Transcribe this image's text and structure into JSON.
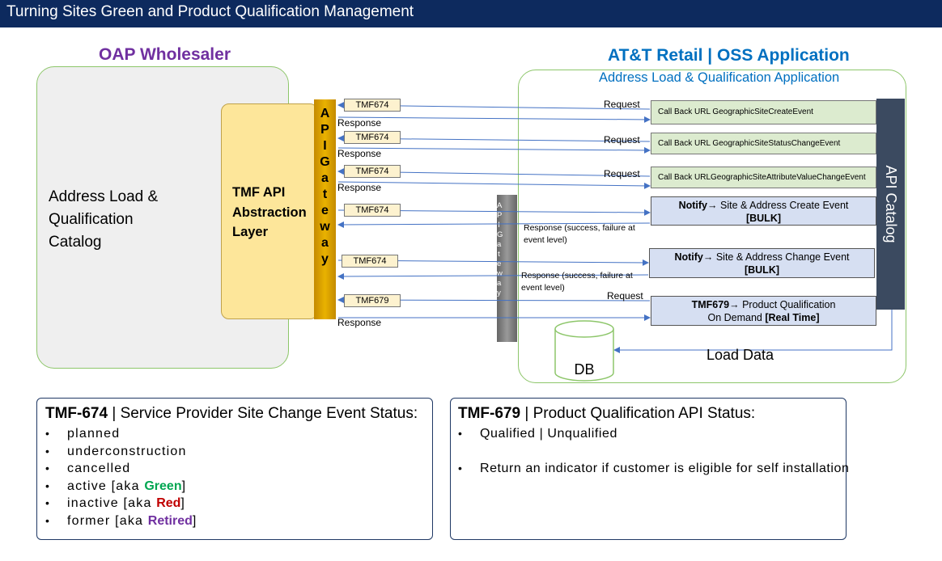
{
  "title": "Turning Sites Green and Product Qualification Management",
  "left": {
    "header": "OAP Wholesaler",
    "catalog_label": "Address Load & Qualification Catalog",
    "abstraction_label": "TMF API Abstraction Layer",
    "gateway_letters": "A P I G a t e w a y"
  },
  "right": {
    "header": "AT&T Retail | OSS Application",
    "subheader": "Address Load & Qualification Application",
    "api_catalog": "API Catalog",
    "db_label": "DB",
    "load_data": "Load Data"
  },
  "middle_gateway": "API Gateway",
  "rows": [
    {
      "tmf": "TMF674",
      "request": "Request",
      "response": "Response",
      "box": "Call Back URL  GeographicSiteCreateEvent"
    },
    {
      "tmf": "TMF674",
      "request": "Request",
      "response": "Response",
      "box": "Call Back URL  GeographicSiteStatusChangeEvent"
    },
    {
      "tmf": "TMF674",
      "request": "Request",
      "response": "Response",
      "box": "Call Back URLGeographicSiteAttributeValueChangeEvent"
    }
  ],
  "notify_rows": [
    {
      "tmf": "TMF674",
      "bold": "Notify",
      "arrow": "→",
      "text": " Site & Address Create Event",
      "tag": "[BULK]",
      "response": "Response (success, failure at event level)"
    },
    {
      "tmf": "TMF674",
      "bold": "Notify",
      "arrow": "→",
      "text": " Site & Address Change Event",
      "tag": "[BULK]",
      "response": "Response (success, failure at event level)"
    }
  ],
  "qual_row": {
    "tmf": "TMF679",
    "request": "Request",
    "response": "Response",
    "bold": "TMF679",
    "arrow": "→",
    "text": " Product Qualification",
    "line2": "On Demand ",
    "tag": "[Real Time]"
  },
  "tmf674_status": {
    "code": "TMF-674",
    "title": " | Service Provider Site Change Event Status:",
    "items": [
      {
        "text": "planned"
      },
      {
        "text": "underconstruction"
      },
      {
        "text": "cancelled"
      },
      {
        "text": "active [aka ",
        "emph": "Green",
        "color": "#00a651",
        "close": "]"
      },
      {
        "text": "inactive [aka ",
        "emph": "Red",
        "color": "#c00000",
        "close": "]"
      },
      {
        "text": "former [aka ",
        "emph": "Retired",
        "color": "#7030a0",
        "close": "]"
      }
    ]
  },
  "tmf679_status": {
    "code": "TMF-679",
    "title": " | Product Qualification API Status:",
    "items": [
      {
        "text": "Qualified | Unqualified"
      },
      {
        "text": "Return an indicator if customer is eligible for self installation"
      }
    ]
  },
  "colors": {
    "title_bar": "#0d2a5e",
    "oap_header": "#7030a0",
    "att_header": "#0070c0",
    "green_border": "#8dc66a",
    "gateway": "#e0a800",
    "api_catalog": "#3b4a60",
    "arrow": "#4472c4"
  }
}
